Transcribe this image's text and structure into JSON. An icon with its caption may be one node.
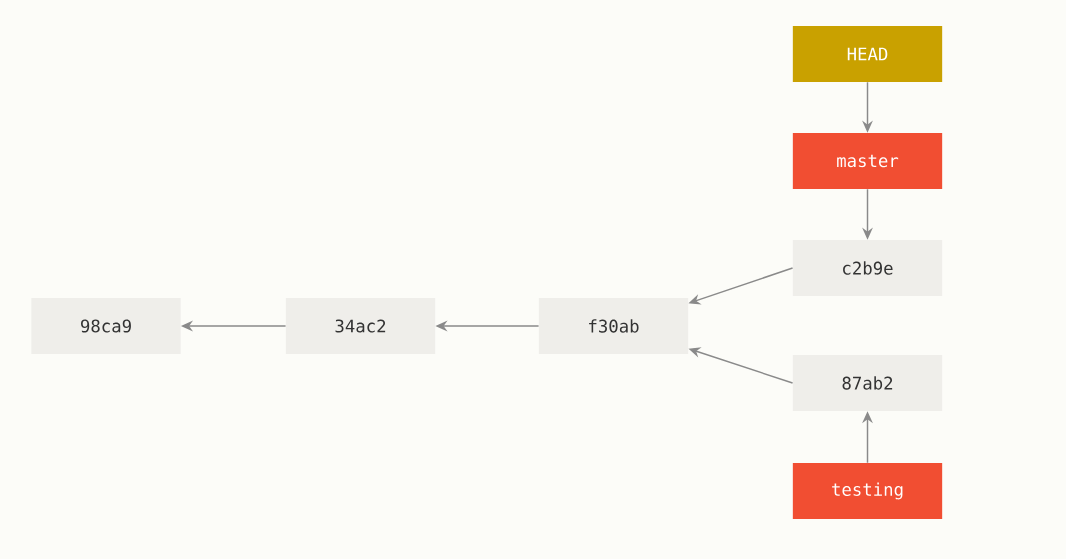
{
  "diagram": {
    "nodes": [
      {
        "text": [
          "HEAD"
        ]
      },
      {
        "text": [
          "master"
        ]
      },
      {
        "text": [
          "c2b9e"
        ]
      },
      {
        "text": [
          "98ca9"
        ]
      },
      {
        "text": [
          "34ac2"
        ]
      },
      {
        "text": [
          "f30ab"
        ]
      },
      {
        "text": [
          "87ab2"
        ]
      },
      {
        "text": [
          "testing"
        ]
      }
    ],
    "edges": [
      {
        "from": 0,
        "to": 1,
        "arrow": "to"
      },
      {
        "from": 1,
        "to": 2,
        "arrow": "to"
      },
      {
        "from": 2,
        "to": 5,
        "arrow": "to"
      },
      {
        "from": 6,
        "to": 5,
        "arrow": "to"
      },
      {
        "from": 5,
        "to": 4,
        "arrow": "to"
      },
      {
        "from": 4,
        "to": 3,
        "arrow": "to"
      },
      {
        "from": 7,
        "to": 6,
        "arrow": "to"
      }
    ]
  }
}
